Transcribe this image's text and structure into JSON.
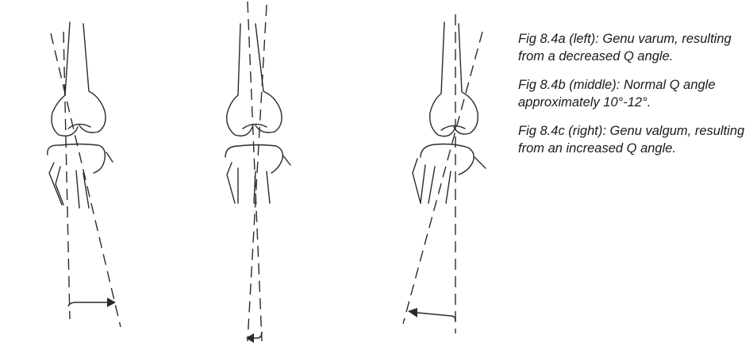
{
  "captions": {
    "a": "Fig 8.4a (left): Genu varum, resulting from a decreased Q angle.",
    "b": "Fig 8.4b (middle): Normal Q angle approximately 10°-12°.",
    "c": "Fig 8.4c (right): Genu valgum, resulting from an increased Q angle."
  },
  "illustrations": [
    {
      "id": "genu-varum",
      "q_angle": "decreased"
    },
    {
      "id": "normal",
      "q_angle": "normal"
    },
    {
      "id": "genu-valgum",
      "q_angle": "increased"
    }
  ]
}
